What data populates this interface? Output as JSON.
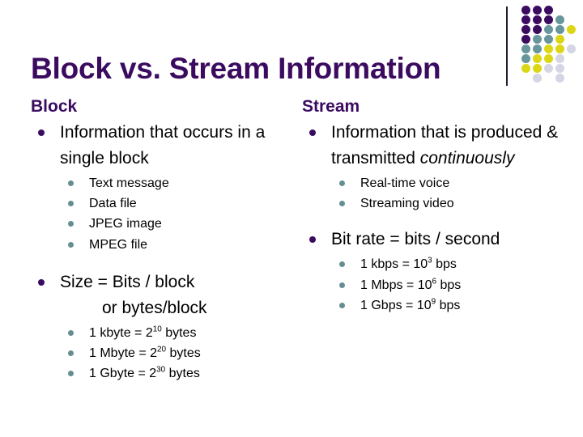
{
  "slide": {
    "title": "Block vs. Stream Information",
    "title_color": "#3b0b60",
    "background": "#ffffff",
    "bullet_l1_color": "#3b0b60",
    "bullet_l2_color": "#648e92",
    "body_text_color": "#000000"
  },
  "decor": {
    "divider_color": "#241a2e",
    "palette": {
      "purple": "#3b0b60",
      "teal": "#67979c",
      "yellow": "#dcd716",
      "light": "#d4d6e4"
    },
    "dot_rows": [
      [
        "purple",
        "purple",
        "purple",
        null,
        null
      ],
      [
        "purple",
        "purple",
        "purple",
        "teal",
        null
      ],
      [
        "purple",
        "purple",
        "teal",
        "teal",
        "yellow"
      ],
      [
        "purple",
        "teal",
        "teal",
        "yellow",
        null
      ],
      [
        "teal",
        "teal",
        "yellow",
        "yellow",
        "light"
      ],
      [
        "teal",
        "yellow",
        "yellow",
        "light",
        null
      ],
      [
        "yellow",
        "yellow",
        "light",
        "light",
        null
      ],
      [
        null,
        "light",
        null,
        "light",
        null
      ]
    ]
  },
  "columns": {
    "block": {
      "heading": "Block",
      "items": [
        {
          "text": "Information that occurs in a single block",
          "children": [
            "Text message",
            "Data file",
            "JPEG image",
            "MPEG file"
          ]
        },
        {
          "text": "Size = Bits / block",
          "text_line2": "or bytes/block",
          "children_rich": [
            {
              "pre": "1 kbyte  = 2",
              "sup": "10",
              "post": " bytes"
            },
            {
              "pre": "1 Mbyte = 2",
              "sup": "20",
              "post": " bytes"
            },
            {
              "pre": "1 Gbyte = 2",
              "sup": "30",
              "post": " bytes"
            }
          ]
        }
      ]
    },
    "stream": {
      "heading": "Stream",
      "items": [
        {
          "text": "Information that is produced & transmitted ",
          "text_italic": "continuously",
          "children": [
            "Real-time voice",
            "Streaming video"
          ]
        },
        {
          "text": "Bit rate = bits / second",
          "children_rich": [
            {
              "pre": "1 kbps  = 10",
              "sup": "3",
              "post": " bps"
            },
            {
              "pre": "1 Mbps = 10",
              "sup": "6",
              "post": " bps"
            },
            {
              "pre": "1 Gbps = 10",
              "sup": "9",
              "post": " bps"
            }
          ]
        }
      ]
    }
  }
}
